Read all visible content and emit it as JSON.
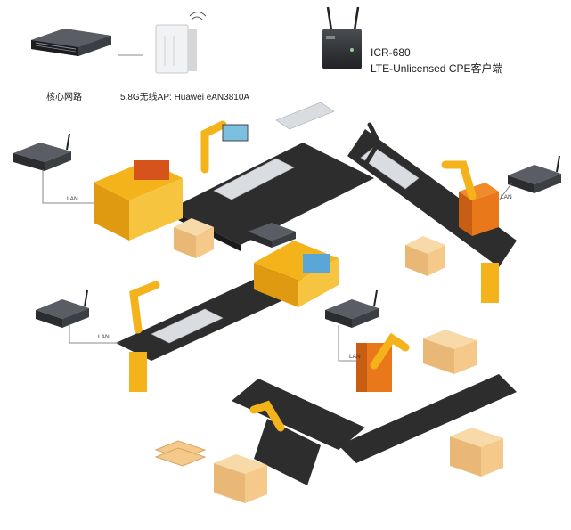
{
  "top": {
    "core_router_label": "核心网路",
    "ap_label": "5.8G无线AP: Huawei eAN3810A",
    "cpe_model": "ICR-680",
    "cpe_desc": "LTE-Unlicensed CPE客户端"
  },
  "lan_labels": [
    "LAN",
    "LAN",
    "LAN",
    "LAN"
  ],
  "colors": {
    "belt": "#2d2d2d",
    "roller": "#d9dde2",
    "yellow": "#f5b31b",
    "orange": "#e8781a",
    "box": "#f4c98a",
    "device": "#3a3d42"
  }
}
